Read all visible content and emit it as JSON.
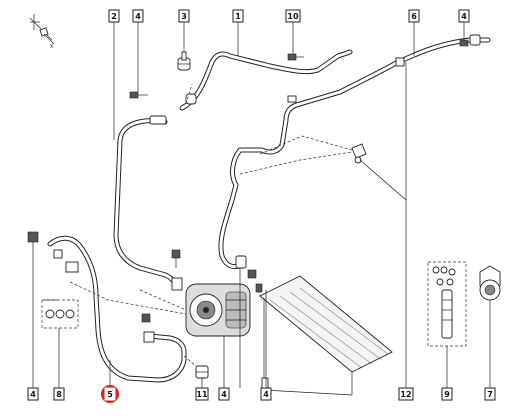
{
  "diagram": {
    "callouts": {
      "c2": "2",
      "c4a": "4",
      "c3": "3",
      "c1": "1",
      "c10": "10",
      "c6": "6",
      "c4b": "4",
      "c4c": "4",
      "c8": "8",
      "c5": "5",
      "c11": "11",
      "c4d": "4",
      "c4e": "4",
      "c12": "12",
      "c9": "9",
      "c7": "7"
    },
    "highlighted_callout": "5",
    "colors": {
      "highlight": "#e31b1b",
      "line": "#222222"
    }
  }
}
